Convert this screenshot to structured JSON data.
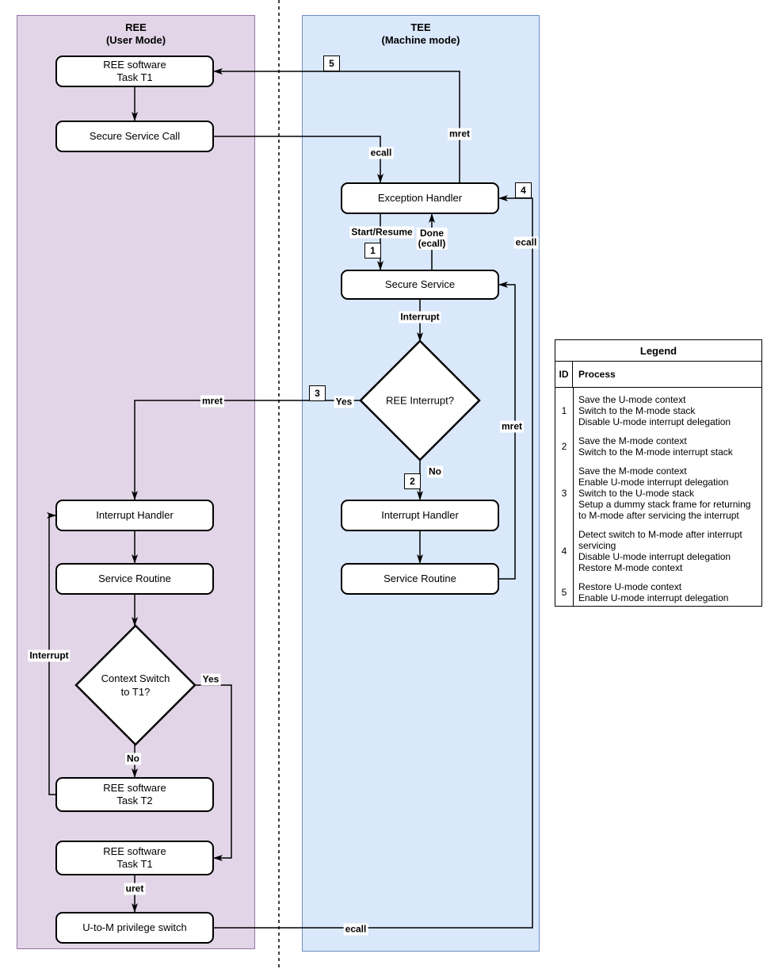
{
  "panels": {
    "ree": {
      "title_line1": "REE",
      "title_line2": "(User Mode)",
      "fill": "#E1D5E7",
      "border": "#9673A6"
    },
    "tee": {
      "title_line1": "TEE",
      "title_line2": "(Machine mode)",
      "fill": "#DAE8FC",
      "border": "#6C8EBF"
    }
  },
  "nodes": {
    "ree_task_t1_top": {
      "line1": "REE software",
      "line2": "Task T1"
    },
    "secure_service_call": {
      "label": "Secure Service Call"
    },
    "ree_interrupt_handler": {
      "label": "Interrupt Handler"
    },
    "ree_service_routine": {
      "label": "Service Routine"
    },
    "context_switch_decision": {
      "line1": "Context Switch",
      "line2": "to T1?"
    },
    "ree_task_t2": {
      "line1": "REE software",
      "line2": "Task T2"
    },
    "ree_task_t1_bottom": {
      "line1": "REE software",
      "line2": "Task T1"
    },
    "u_to_m_switch": {
      "label": "U-to-M privilege switch"
    },
    "exception_handler": {
      "label": "Exception Handler"
    },
    "secure_service": {
      "label": "Secure Service"
    },
    "ree_interrupt_decision": {
      "label": "REE Interrupt?"
    },
    "tee_interrupt_handler": {
      "label": "Interrupt Handler"
    },
    "tee_service_routine": {
      "label": "Service Routine"
    }
  },
  "edge_labels": {
    "ecall_top": "ecall",
    "mret_top": "mret",
    "start_resume": "Start/Resume",
    "done_line1": "Done",
    "done_line2": "(ecall)",
    "ecall_right": "ecall",
    "interrupt_tee": "Interrupt",
    "yes_tee": "Yes",
    "no_tee": "No",
    "mret_left": "mret",
    "mret_right": "mret",
    "interrupt_ree": "Interrupt",
    "yes_ree": "Yes",
    "no_ree": "No",
    "uret": "uret",
    "ecall_bottom": "ecall"
  },
  "badges": {
    "b1": "1",
    "b2": "2",
    "b3": "3",
    "b4": "4",
    "b5": "5"
  },
  "legend": {
    "title": "Legend",
    "col_id": "ID",
    "col_process": "Process",
    "rows": [
      {
        "id": "1",
        "lines": [
          "Save the U-mode context",
          "Switch to the M-mode stack",
          "Disable U-mode interrupt delegation"
        ]
      },
      {
        "id": "2",
        "lines": [
          "Save the M-mode context",
          "Switch to the M-mode interrupt stack"
        ]
      },
      {
        "id": "3",
        "lines": [
          "Save the M-mode context",
          "Enable U-mode interrupt delegation",
          "Switch to the U-mode stack",
          "Setup a dummy stack frame for returning to M-mode after servicing the interrupt"
        ]
      },
      {
        "id": "4",
        "lines": [
          "Detect switch to M-mode after interrupt servicing",
          "Disable U-mode interrupt delegation",
          "Restore M-mode context"
        ]
      },
      {
        "id": "5",
        "lines": [
          "Restore U-mode context",
          "Enable U-mode interrupt delegation"
        ]
      }
    ]
  }
}
